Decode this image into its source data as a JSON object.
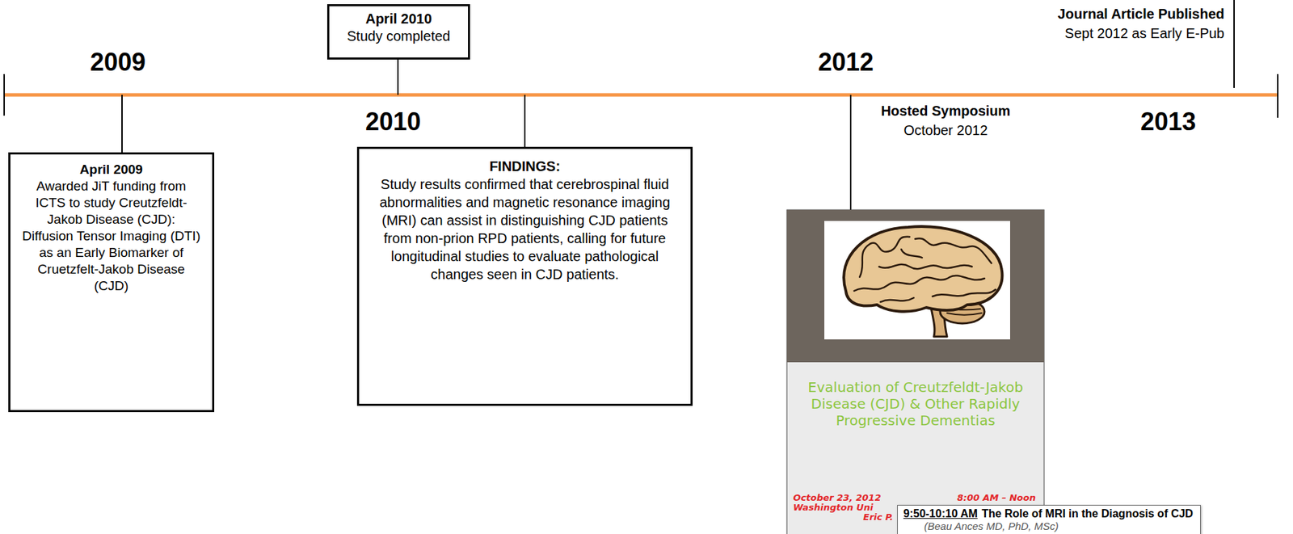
{
  "diagram": {
    "nodes": [
      {
        "text": [
          "April 2009",
          "Awarded JiT funding from ICTS to study Creutzfeldt-Jakob Disease (CJD): Diffusion Tensor Imaging (DTI) as an Early Biomarker of Cruetzfelt-Jakob Disease (CJD)"
        ]
      },
      {
        "text": [
          "April 2010",
          "Study completed"
        ]
      },
      {
        "text": [
          "FINDINGS:",
          "Study results confirmed that cerebrospinal fluid abnormalities and magnetic resonance imaging (MRI) can assist in distinguishing CJD patients from non-prion RPD patients, calling for future longitudinal studies to evaluate pathological changes seen in CJD patients."
        ]
      },
      {
        "text": [
          "Evaluation of Creutzfeldt-Jakob Disease (CJD) & Other Rapidly Progressive Dementias",
          "October 23, 2012",
          "8:00 AM – Noon",
          "Washington Uni",
          "Eric P."
        ]
      },
      {
        "text": [
          "9:50-10:10 AM",
          "The Role of MRI in the Diagnosis of CJD",
          "(Beau Ances MD, PhD, MSc)"
        ]
      }
    ],
    "labels": [
      "2009",
      "2010",
      "2012",
      "2013",
      "Hosted Symposium",
      "October 2012",
      "Journal Article Published",
      "Sept 2012 as Early E-Pub"
    ]
  }
}
